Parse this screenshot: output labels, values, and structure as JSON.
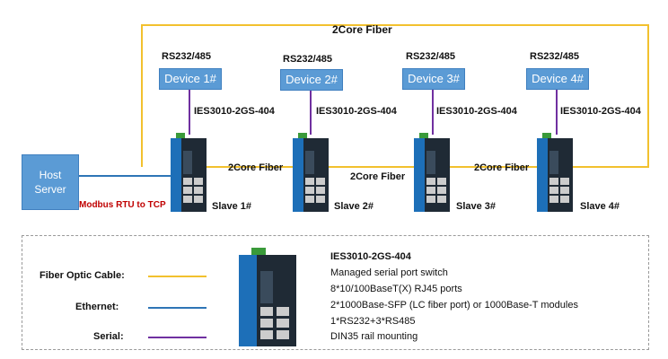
{
  "diagram": {
    "top_fiber_label": "2Core Fiber",
    "devices": [
      {
        "rs": "RS232/485",
        "name": "Device 1#",
        "model": "IES3010-2GS-404",
        "slave": "Slave 1#"
      },
      {
        "rs": "RS232/485",
        "name": "Device 2#",
        "model": "IES3010-2GS-404",
        "slave": "Slave 2#"
      },
      {
        "rs": "RS232/485",
        "name": "Device 3#",
        "model": "IES3010-2GS-404",
        "slave": "Slave 3#"
      },
      {
        "rs": "RS232/485",
        "name": "Device 4#",
        "model": "IES3010-2GS-404",
        "slave": "Slave 4#"
      }
    ],
    "link_labels": [
      "2Core Fiber",
      "2Core Fiber",
      "2Core Fiber"
    ],
    "host": {
      "line1": "Host",
      "line2": "Server"
    },
    "protocol_label": "Modbus  RTU to TCP"
  },
  "legend": {
    "items": [
      {
        "label": "Fiber Optic Cable:",
        "color": "#f2c12e"
      },
      {
        "label": "Ethernet:",
        "color": "#2e75b6"
      },
      {
        "label": "Serial:",
        "color": "#7030a0"
      }
    ],
    "specs": {
      "model": "IES3010-2GS-404",
      "lines": [
        "Managed serial port switch",
        "8*10/100BaseT(X) RJ45 ports",
        "2*1000Base-SFP (LC fiber port) or 1000Base-T modules",
        "1*RS232+3*RS485",
        "DIN35 rail mounting"
      ]
    }
  },
  "colors": {
    "fiber": "#f2c12e",
    "ethernet": "#2e75b6",
    "serial": "#7030a0",
    "device_fill": "#5b9bd5",
    "protocol_text": "#c00000"
  }
}
